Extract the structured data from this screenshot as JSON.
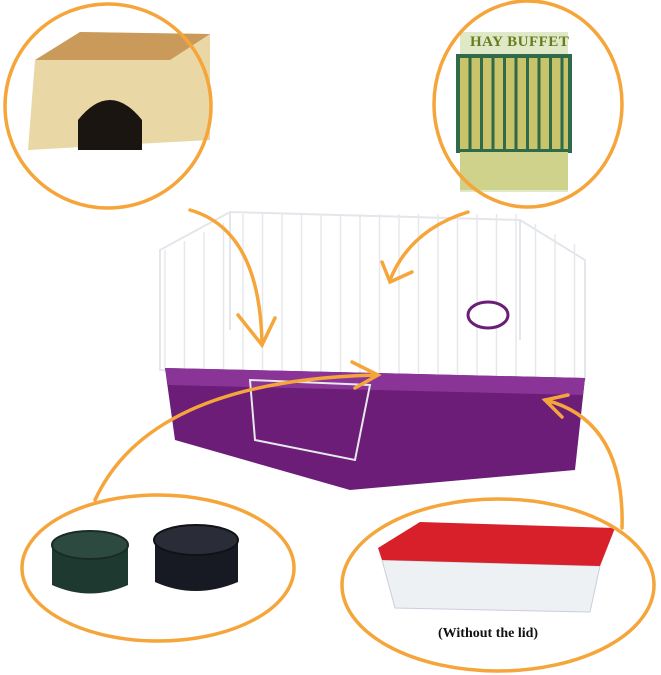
{
  "product_label": "HAY BUFFET",
  "bin_caption": "(Without the lid)",
  "colors": {
    "annotation": "#f5a53a",
    "cage_base": "#6b1d78",
    "hay_rack": "#2f6a4a",
    "lid": "#d8202a"
  },
  "items": [
    "wooden-hideout",
    "hay-buffet-rack",
    "ceramic-bowls",
    "plastic-storage-bin",
    "cage"
  ]
}
